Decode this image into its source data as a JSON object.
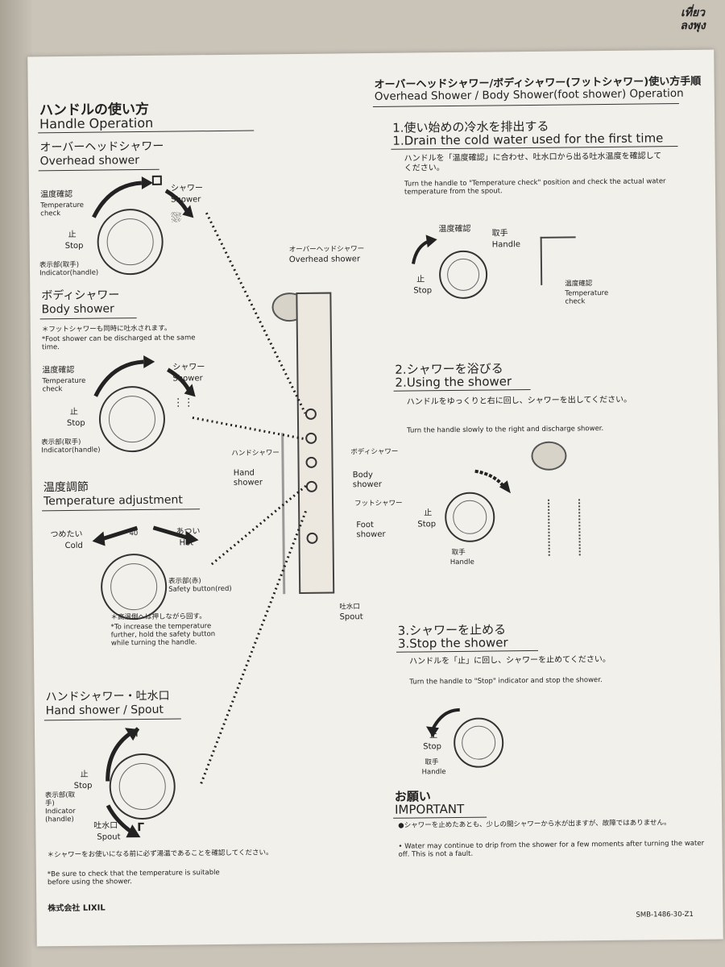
{
  "watermark": {
    "line1": "เที่ยว",
    "line2": "ลงพุง"
  },
  "left": {
    "heading_jp": "ハンドルの使い方",
    "heading_en": "Handle Operation",
    "overhead": {
      "title_jp": "オーバーヘッドシャワー",
      "title_en": "Overhead shower",
      "temp_check_jp": "温度確認",
      "temp_check_en": "Temperature check",
      "shower_jp": "シャワー",
      "shower_en": "Shower",
      "stop_jp": "止",
      "stop_en": "Stop",
      "indicator_jp": "表示部(取手)",
      "indicator_en": "Indicator(handle)"
    },
    "body": {
      "title_jp": "ボディシャワー",
      "title_en": "Body shower",
      "note_jp": "＊フットシャワーも同時に吐水されます。",
      "note_en": "*Foot shower can be discharged at the same time.",
      "temp_check_jp": "温度確認",
      "temp_check_en": "Temperature check",
      "shower_jp": "シャワー",
      "shower_en": "Shower",
      "stop_jp": "止",
      "stop_en": "Stop",
      "indicator_jp": "表示部(取手)",
      "indicator_en": "Indicator(handle)"
    },
    "temp": {
      "title_jp": "温度調節",
      "title_en": "Temperature adjustment",
      "cold_jp": "つめたい",
      "cold_en": "Cold",
      "hot_jp": "あつい",
      "hot_en": "Hot",
      "mark_40": "40",
      "safety_jp": "表示部(赤)",
      "safety_en": "Safety button(red)",
      "note_jp": "＊高温側へは押しながら回す。",
      "note_en": "*To increase the temperature further, hold the safety button while turning the handle."
    },
    "hand": {
      "title_jp": "ハンドシャワー・吐水口",
      "title_en": "Hand shower / Spout",
      "stop_jp": "止",
      "stop_en": "Stop",
      "indicator_jp": "表示部(取手)",
      "indicator_en": "Indicator (handle)",
      "spout_jp": "吐水口",
      "spout_en": "Spout",
      "note_jp": "＊シャワーをお使いになる前に必ず湯温であることを確認してください。",
      "note_en": "*Be sure to check that the temperature is suitable before using the shower."
    },
    "maker": "株式会社 LIXIL"
  },
  "center": {
    "overhead_jp": "オーバーヘッドシャワー",
    "overhead_en": "Overhead shower",
    "hand_jp": "ハンドシャワー",
    "hand_en": "Hand shower",
    "body_jp": "ボディシャワー",
    "body_en": "Body shower",
    "foot_jp": "フットシャワー",
    "foot_en": "Foot shower",
    "spout_jp": "吐水口",
    "spout_en": "Spout"
  },
  "right": {
    "heading_jp": "オーバーヘッドシャワー/ボディシャワー(フットシャワー)使い方手順",
    "heading_en": "Overhead Shower / Body Shower(foot shower) Operation",
    "step1": {
      "title_jp": "1.使い始めの冷水を排出する",
      "title_en": "1.Drain the cold water used for the first time",
      "desc_jp": "ハンドルを「温度確認」に合わせ、吐水口から出る吐水温度を確認してください。",
      "desc_en": "Turn the handle to \"Temperature check\" position and check the actual water temperature from the spout.",
      "temp_check_jp": "温度確認",
      "handle_jp": "取手",
      "handle_en": "Handle",
      "stop_jp": "止",
      "stop_en": "Stop",
      "temp_check2_jp": "温度確認",
      "temp_check2_en": "Temperature check"
    },
    "step2": {
      "title_jp": "2.シャワーを浴びる",
      "title_en": "2.Using the shower",
      "desc_jp": "ハンドルをゆっくりと右に回し、シャワーを出してください。",
      "desc_en": "Turn the handle slowly to the right and discharge shower.",
      "stop_jp": "止",
      "stop_en": "Stop",
      "handle_jp": "取手",
      "handle_en": "Handle"
    },
    "step3": {
      "title_jp": "3.シャワーを止める",
      "title_en": "3.Stop the shower",
      "desc_jp": "ハンドルを「止」に回し、シャワーを止めてください。",
      "desc_en": "Turn the handle to \"Stop\" indicator and stop the shower.",
      "stop_jp": "止",
      "stop_en": "Stop",
      "handle_jp": "取手",
      "handle_en": "Handle"
    },
    "important": {
      "title_jp": "お願い",
      "title_en": "IMPORTANT",
      "note_jp": "●シャワーを止めたあとも、少しの間シャワーから水が出ますが、故障ではありません。",
      "note_en": "• Water may continue to drip from the shower for a few moments after turning the water off. This is not a fault."
    },
    "code": "SMB-1486-30-Z1"
  }
}
